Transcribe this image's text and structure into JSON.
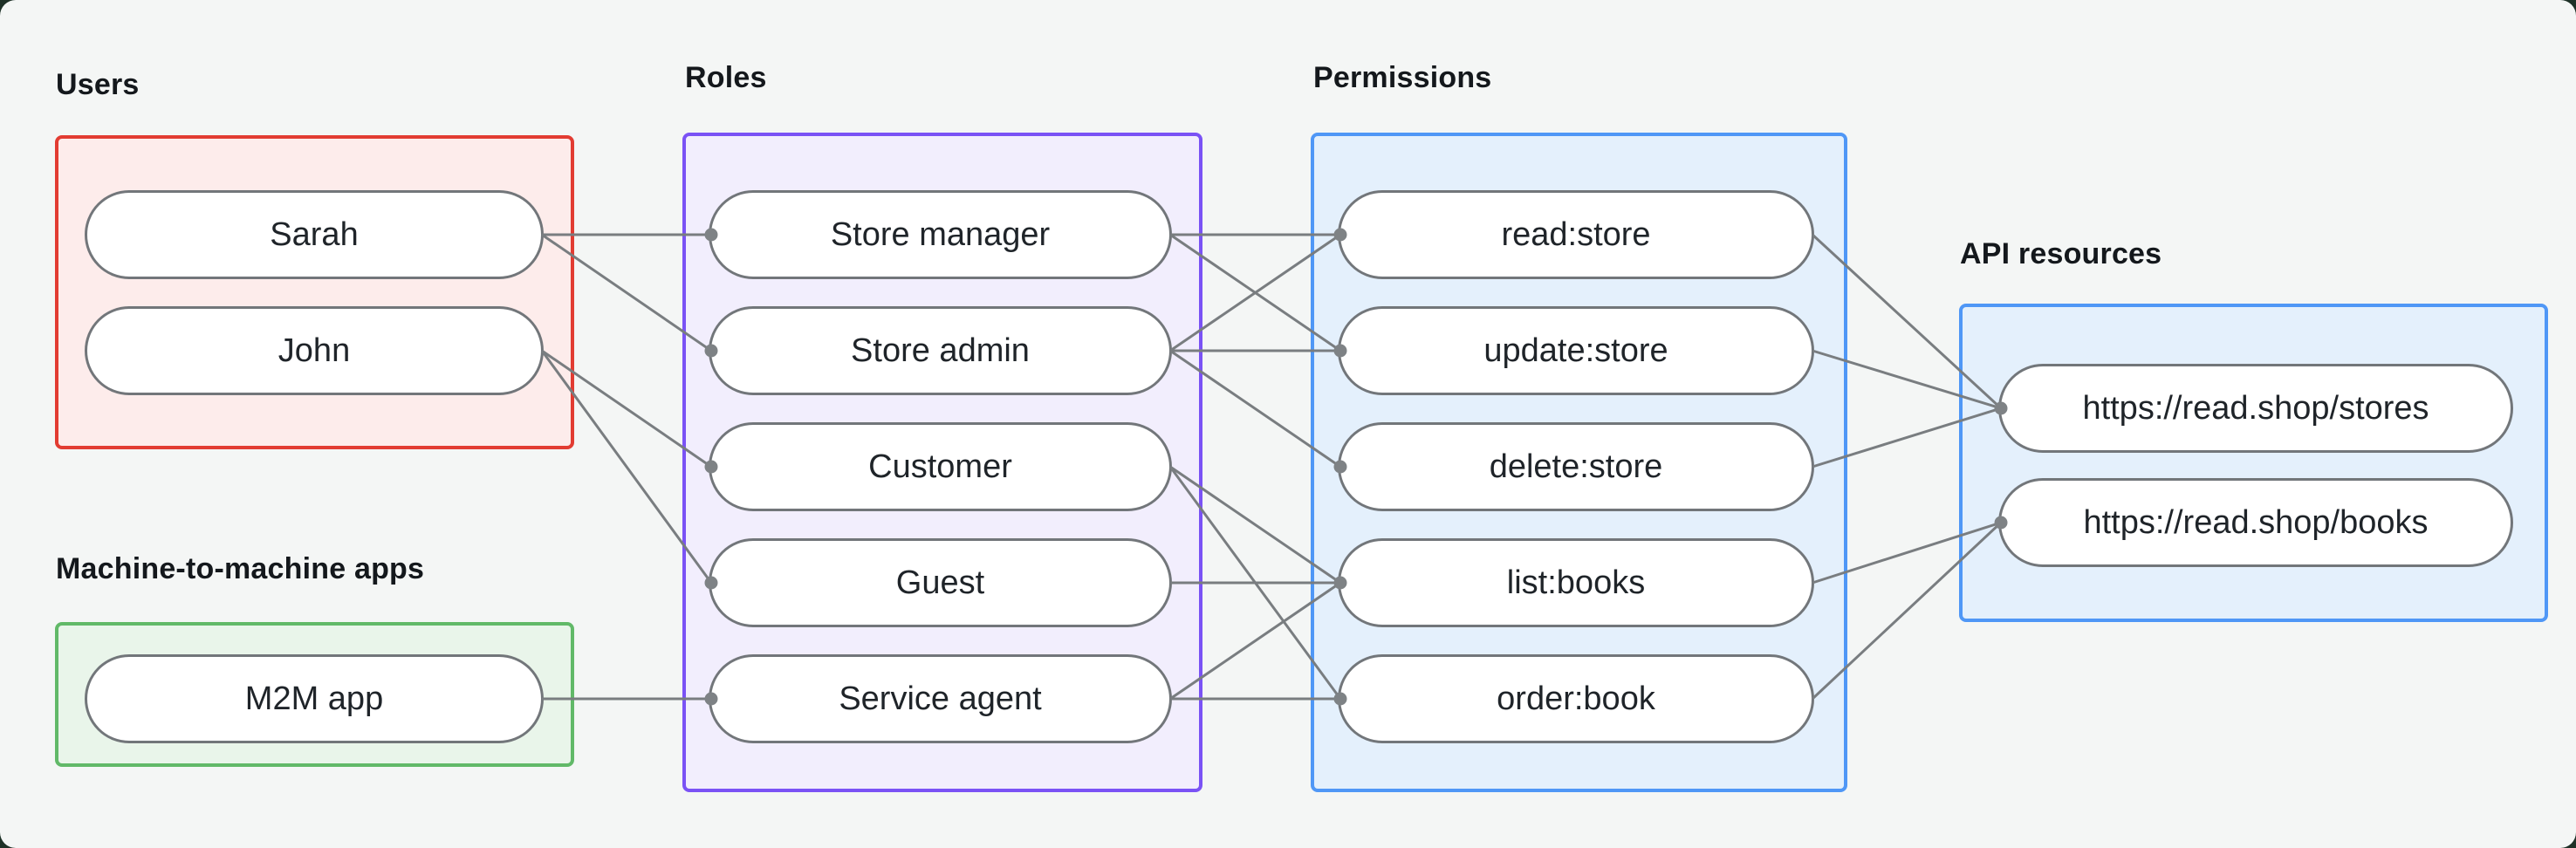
{
  "style": {
    "page_bg": "#1e3127",
    "canvas_bg": "#f4f6f5",
    "line_color": "#797d80",
    "dot_color": "#7e8285",
    "node_border": "#72767a",
    "node_bg": "#ffffff",
    "text_color": "#1f2429"
  },
  "groups": [
    {
      "id": "users",
      "label": "Users",
      "accent": "#e23c32",
      "fill": "#fdeceb",
      "nodes": [
        {
          "id": "sarah",
          "label": "Sarah"
        },
        {
          "id": "john",
          "label": "John"
        }
      ]
    },
    {
      "id": "m2m-apps",
      "label": "Machine-to-machine apps",
      "accent": "#61b968",
      "fill": "#e9f5ea",
      "nodes": [
        {
          "id": "m2m-app",
          "label": "M2M app"
        }
      ]
    },
    {
      "id": "roles",
      "label": "Roles",
      "accent": "#7a52f5",
      "fill": "#f2eefd",
      "nodes": [
        {
          "id": "store-manager",
          "label": "Store manager"
        },
        {
          "id": "store-admin",
          "label": "Store admin"
        },
        {
          "id": "customer",
          "label": "Customer"
        },
        {
          "id": "guest",
          "label": "Guest"
        },
        {
          "id": "service-agent",
          "label": "Service agent"
        }
      ]
    },
    {
      "id": "permissions",
      "label": "Permissions",
      "accent": "#4f97f6",
      "fill": "#e4f0fc",
      "nodes": [
        {
          "id": "read-store",
          "label": "read:store"
        },
        {
          "id": "update-store",
          "label": "update:store"
        },
        {
          "id": "delete-store",
          "label": "delete:store"
        },
        {
          "id": "list-books",
          "label": "list:books"
        },
        {
          "id": "order-book",
          "label": "order:book"
        }
      ]
    },
    {
      "id": "api-resources",
      "label": "API resources",
      "accent": "#4f97f6",
      "fill": "#e4f0fc",
      "nodes": [
        {
          "id": "stores-api",
          "label": "https://read.shop/stores"
        },
        {
          "id": "books-api",
          "label": "https://read.shop/books"
        }
      ]
    }
  ],
  "edges": [
    [
      "sarah",
      "store-manager"
    ],
    [
      "sarah",
      "store-admin"
    ],
    [
      "john",
      "customer"
    ],
    [
      "john",
      "guest"
    ],
    [
      "m2m-app",
      "service-agent"
    ],
    [
      "store-manager",
      "read-store"
    ],
    [
      "store-manager",
      "update-store"
    ],
    [
      "store-admin",
      "read-store"
    ],
    [
      "store-admin",
      "update-store"
    ],
    [
      "store-admin",
      "delete-store"
    ],
    [
      "customer",
      "list-books"
    ],
    [
      "customer",
      "order-book"
    ],
    [
      "guest",
      "list-books"
    ],
    [
      "service-agent",
      "list-books"
    ],
    [
      "service-agent",
      "order-book"
    ],
    [
      "read-store",
      "stores-api"
    ],
    [
      "update-store",
      "stores-api"
    ],
    [
      "delete-store",
      "stores-api"
    ],
    [
      "list-books",
      "books-api"
    ],
    [
      "order-book",
      "books-api"
    ]
  ]
}
